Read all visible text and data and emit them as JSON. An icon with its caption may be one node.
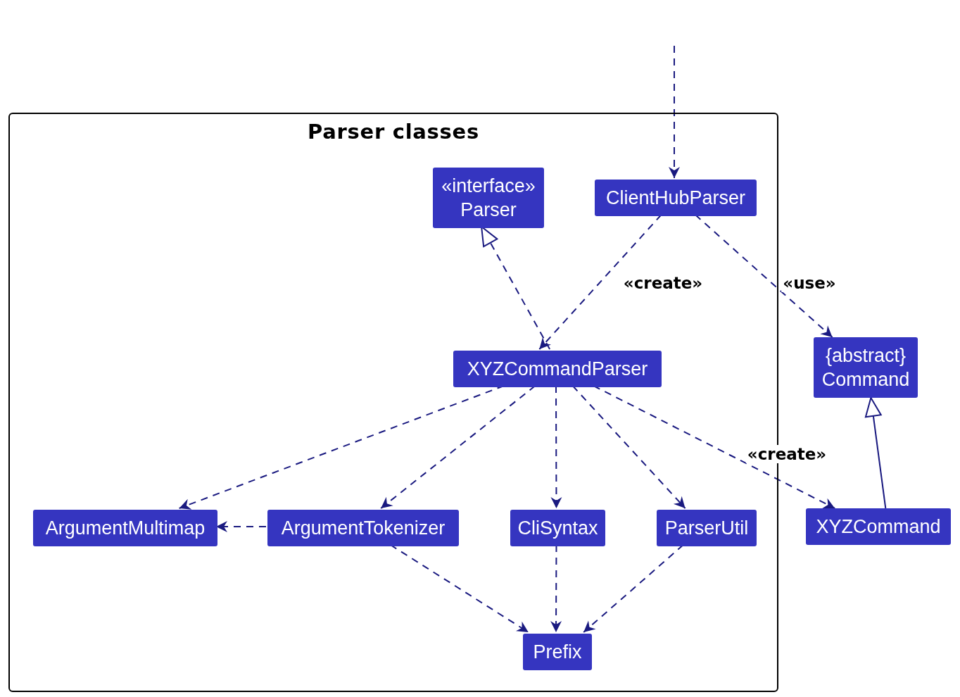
{
  "diagram": {
    "nodes": [
      {
        "text": [
          "Parser classes"
        ]
      },
      {
        "text": [
          "«interface»",
          "Parser"
        ],
        "in": 0
      },
      {
        "text": [
          "ClientHubParser"
        ],
        "in": 0
      },
      {
        "text": [
          "XYZCommandParser"
        ],
        "in": 0
      },
      {
        "text": [
          "ArgumentMultimap"
        ],
        "in": 0
      },
      {
        "text": [
          "ArgumentTokenizer"
        ],
        "in": 0
      },
      {
        "text": [
          "CliSyntax"
        ],
        "in": 0
      },
      {
        "text": [
          "ParserUtil"
        ],
        "in": 0
      },
      {
        "text": [
          "Prefix"
        ],
        "in": 0
      },
      {
        "text": [
          "{abstract}",
          "Command"
        ]
      },
      {
        "text": [
          "XYZCommand"
        ]
      }
    ],
    "edges": [
      {
        "from": null,
        "to": 2,
        "arrow": "to",
        "style": "dashed"
      },
      {
        "from": 2,
        "to": 3,
        "arrow": "to",
        "style": "dashed",
        "label": "«create»"
      },
      {
        "from": 2,
        "to": 9,
        "arrow": "to",
        "style": "dashed",
        "label": "«use»"
      },
      {
        "from": 3,
        "to": 1,
        "arrow": "to",
        "style": "dashed"
      },
      {
        "from": 3,
        "to": 4,
        "arrow": "to",
        "style": "dashed"
      },
      {
        "from": 3,
        "to": 5,
        "arrow": "to",
        "style": "dashed"
      },
      {
        "from": 3,
        "to": 6,
        "arrow": "to",
        "style": "dashed"
      },
      {
        "from": 3,
        "to": 7,
        "arrow": "to",
        "style": "dashed"
      },
      {
        "from": 3,
        "to": 10,
        "arrow": "to",
        "style": "dashed",
        "label": "«create»"
      },
      {
        "from": 5,
        "to": 4,
        "arrow": "to",
        "style": "dashed"
      },
      {
        "from": 5,
        "to": 8,
        "arrow": "to",
        "style": "dashed"
      },
      {
        "from": 6,
        "to": 8,
        "arrow": "to",
        "style": "dashed"
      },
      {
        "from": 7,
        "to": 8,
        "arrow": "to",
        "style": "dashed"
      },
      {
        "from": 10,
        "to": 9,
        "arrow": "to"
      }
    ]
  }
}
